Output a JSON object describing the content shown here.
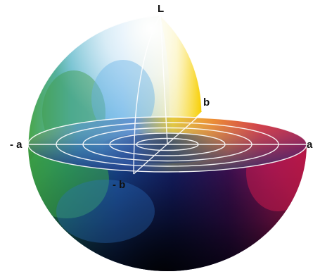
{
  "axis_labels": {
    "L": "L",
    "b": "b",
    "neg_a": "- a",
    "a": "a",
    "neg_b": "- b"
  },
  "colors": {
    "white": "#ffffff",
    "yellow": "#f5d90a",
    "orange": "#e8761e",
    "red": "#c9163c",
    "magenta": "#a3146c",
    "blue": "#1e58b4",
    "cyan": "#57b4e8",
    "green": "#3a9a3c",
    "dark": "#0b0a1e",
    "grid_line": "#ffffff"
  }
}
